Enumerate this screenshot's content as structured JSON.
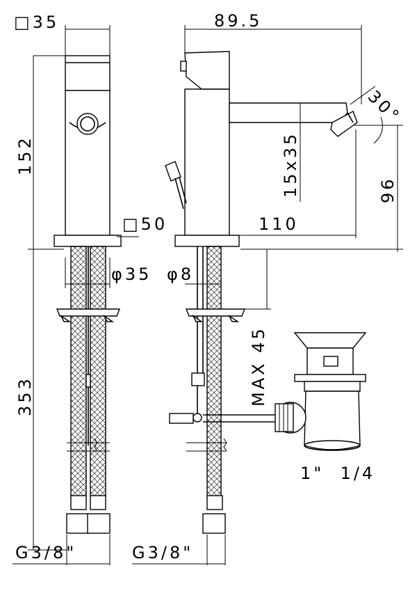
{
  "dimensions": {
    "body_square": "□35",
    "total_width": "89.5",
    "height_body": "152",
    "base_square": "□50",
    "spout_length": "110",
    "spout_section": "15x35",
    "spout_height": "96",
    "spout_angle": "30°",
    "hose_diameter": "φ35",
    "rod_diameter": "φ8",
    "hose_length": "353",
    "max_deck": "MAX 45",
    "waste_size": "1\"  1/4",
    "connection_left": "G3/8\"",
    "connection_right": "G3/8\""
  }
}
